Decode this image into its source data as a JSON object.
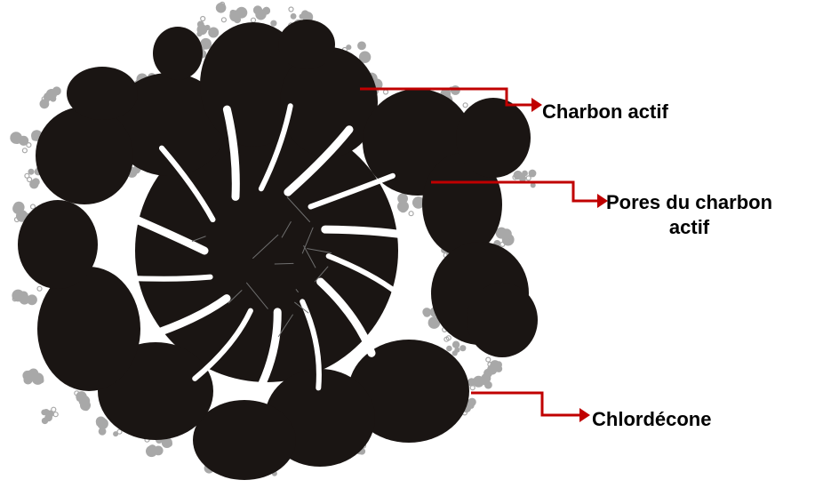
{
  "labels": {
    "charbon_actif": "Charbon actif",
    "pores_line1": "Pores du charbon",
    "pores_line2": "actif",
    "chlordecone": "Chlordécone"
  },
  "colors": {
    "particle": "#1a1513",
    "pores": "#ffffff",
    "adsorbate": "#a8a8a8",
    "arrow": "#c00000",
    "text": "#000000"
  }
}
